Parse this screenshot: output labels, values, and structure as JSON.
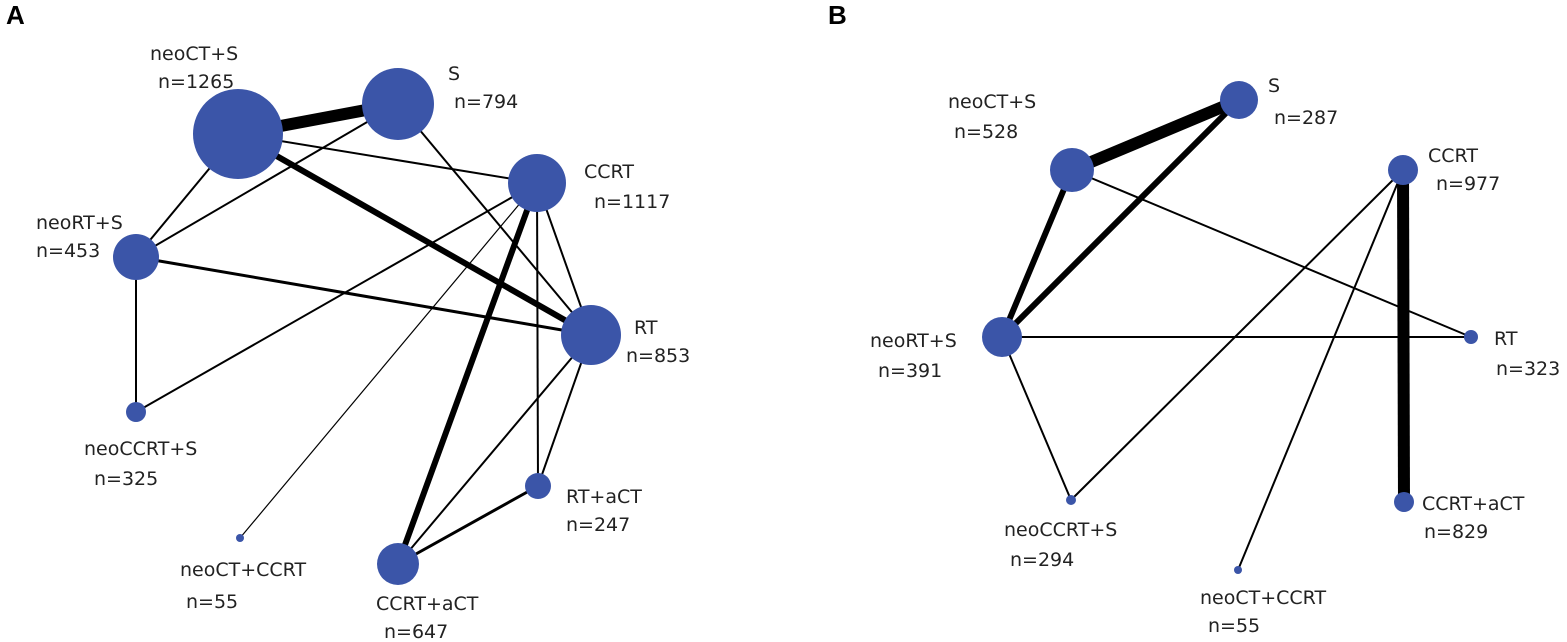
{
  "colors": {
    "node": "#3b55a8",
    "edge": "#000000",
    "text": "#222222"
  },
  "panels": [
    {
      "letter": "A",
      "nodes": [
        {
          "id": "neoCT+S",
          "name": "neoCT+S",
          "n": "n=1265"
        },
        {
          "id": "S",
          "name": "S",
          "n": "n=794"
        },
        {
          "id": "CCRT",
          "name": "CCRT",
          "n": "n=1117"
        },
        {
          "id": "neoRT+S",
          "name": "neoRT+S",
          "n": "n=453"
        },
        {
          "id": "RT",
          "name": "RT",
          "n": "n=853"
        },
        {
          "id": "neoCCRT+S",
          "name": "neoCCRT+S",
          "n": "n=325"
        },
        {
          "id": "RT+aCT",
          "name": "RT+aCT",
          "n": "n=247"
        },
        {
          "id": "neoCT+CCRT",
          "name": "neoCT+CCRT",
          "n": "n=55"
        },
        {
          "id": "CCRT+aCT",
          "name": "CCRT+aCT",
          "n": "n=647"
        }
      ],
      "edges": [
        {
          "from": "neoCT+S",
          "to": "S",
          "weight": 6
        },
        {
          "from": "neoCT+S",
          "to": "RT",
          "weight": 3
        },
        {
          "from": "neoCT+S",
          "to": "CCRT",
          "weight": 1
        },
        {
          "from": "neoCT+S",
          "to": "neoRT+S",
          "weight": 1
        },
        {
          "from": "S",
          "to": "neoRT+S",
          "weight": 1
        },
        {
          "from": "S",
          "to": "RT",
          "weight": 1
        },
        {
          "from": "CCRT",
          "to": "RT",
          "weight": 1
        },
        {
          "from": "CCRT",
          "to": "RT+aCT",
          "weight": 1
        },
        {
          "from": "CCRT",
          "to": "CCRT+aCT",
          "weight": 3
        },
        {
          "from": "CCRT",
          "to": "neoCCRT+S",
          "weight": 1
        },
        {
          "from": "CCRT",
          "to": "neoCT+CCRT",
          "weight": 0.6
        },
        {
          "from": "neoRT+S",
          "to": "RT",
          "weight": 1.5
        },
        {
          "from": "neoRT+S",
          "to": "neoCCRT+S",
          "weight": 1
        },
        {
          "from": "RT",
          "to": "RT+aCT",
          "weight": 1
        },
        {
          "from": "RT",
          "to": "CCRT+aCT",
          "weight": 1
        },
        {
          "from": "RT+aCT",
          "to": "CCRT+aCT",
          "weight": 1.5
        }
      ]
    },
    {
      "letter": "B",
      "nodes": [
        {
          "id": "S",
          "name": "S",
          "n": "n=287"
        },
        {
          "id": "neoCT+S",
          "name": "neoCT+S",
          "n": "n=528"
        },
        {
          "id": "CCRT",
          "name": "CCRT",
          "n": "n=977"
        },
        {
          "id": "neoRT+S",
          "name": "neoRT+S",
          "n": "n=391"
        },
        {
          "id": "RT",
          "name": "RT",
          "n": "n=323"
        },
        {
          "id": "neoCCRT+S",
          "name": "neoCCRT+S",
          "n": "n=294"
        },
        {
          "id": "CCRT+aCT",
          "name": "CCRT+aCT",
          "n": "n=829"
        },
        {
          "id": "neoCT+CCRT",
          "name": "neoCT+CCRT",
          "n": "n=55"
        }
      ],
      "edges": [
        {
          "from": "neoCT+S",
          "to": "S",
          "weight": 6
        },
        {
          "from": "neoRT+S",
          "to": "S",
          "weight": 3
        },
        {
          "from": "neoCT+S",
          "to": "neoRT+S",
          "weight": 3
        },
        {
          "from": "neoCT+S",
          "to": "RT",
          "weight": 1
        },
        {
          "from": "neoRT+S",
          "to": "RT",
          "weight": 1
        },
        {
          "from": "neoRT+S",
          "to": "neoCCRT+S",
          "weight": 1
        },
        {
          "from": "CCRT",
          "to": "neoCCRT+S",
          "weight": 1
        },
        {
          "from": "CCRT",
          "to": "neoCT+CCRT",
          "weight": 1
        },
        {
          "from": "CCRT",
          "to": "CCRT+aCT",
          "weight": 6
        }
      ]
    }
  ]
}
